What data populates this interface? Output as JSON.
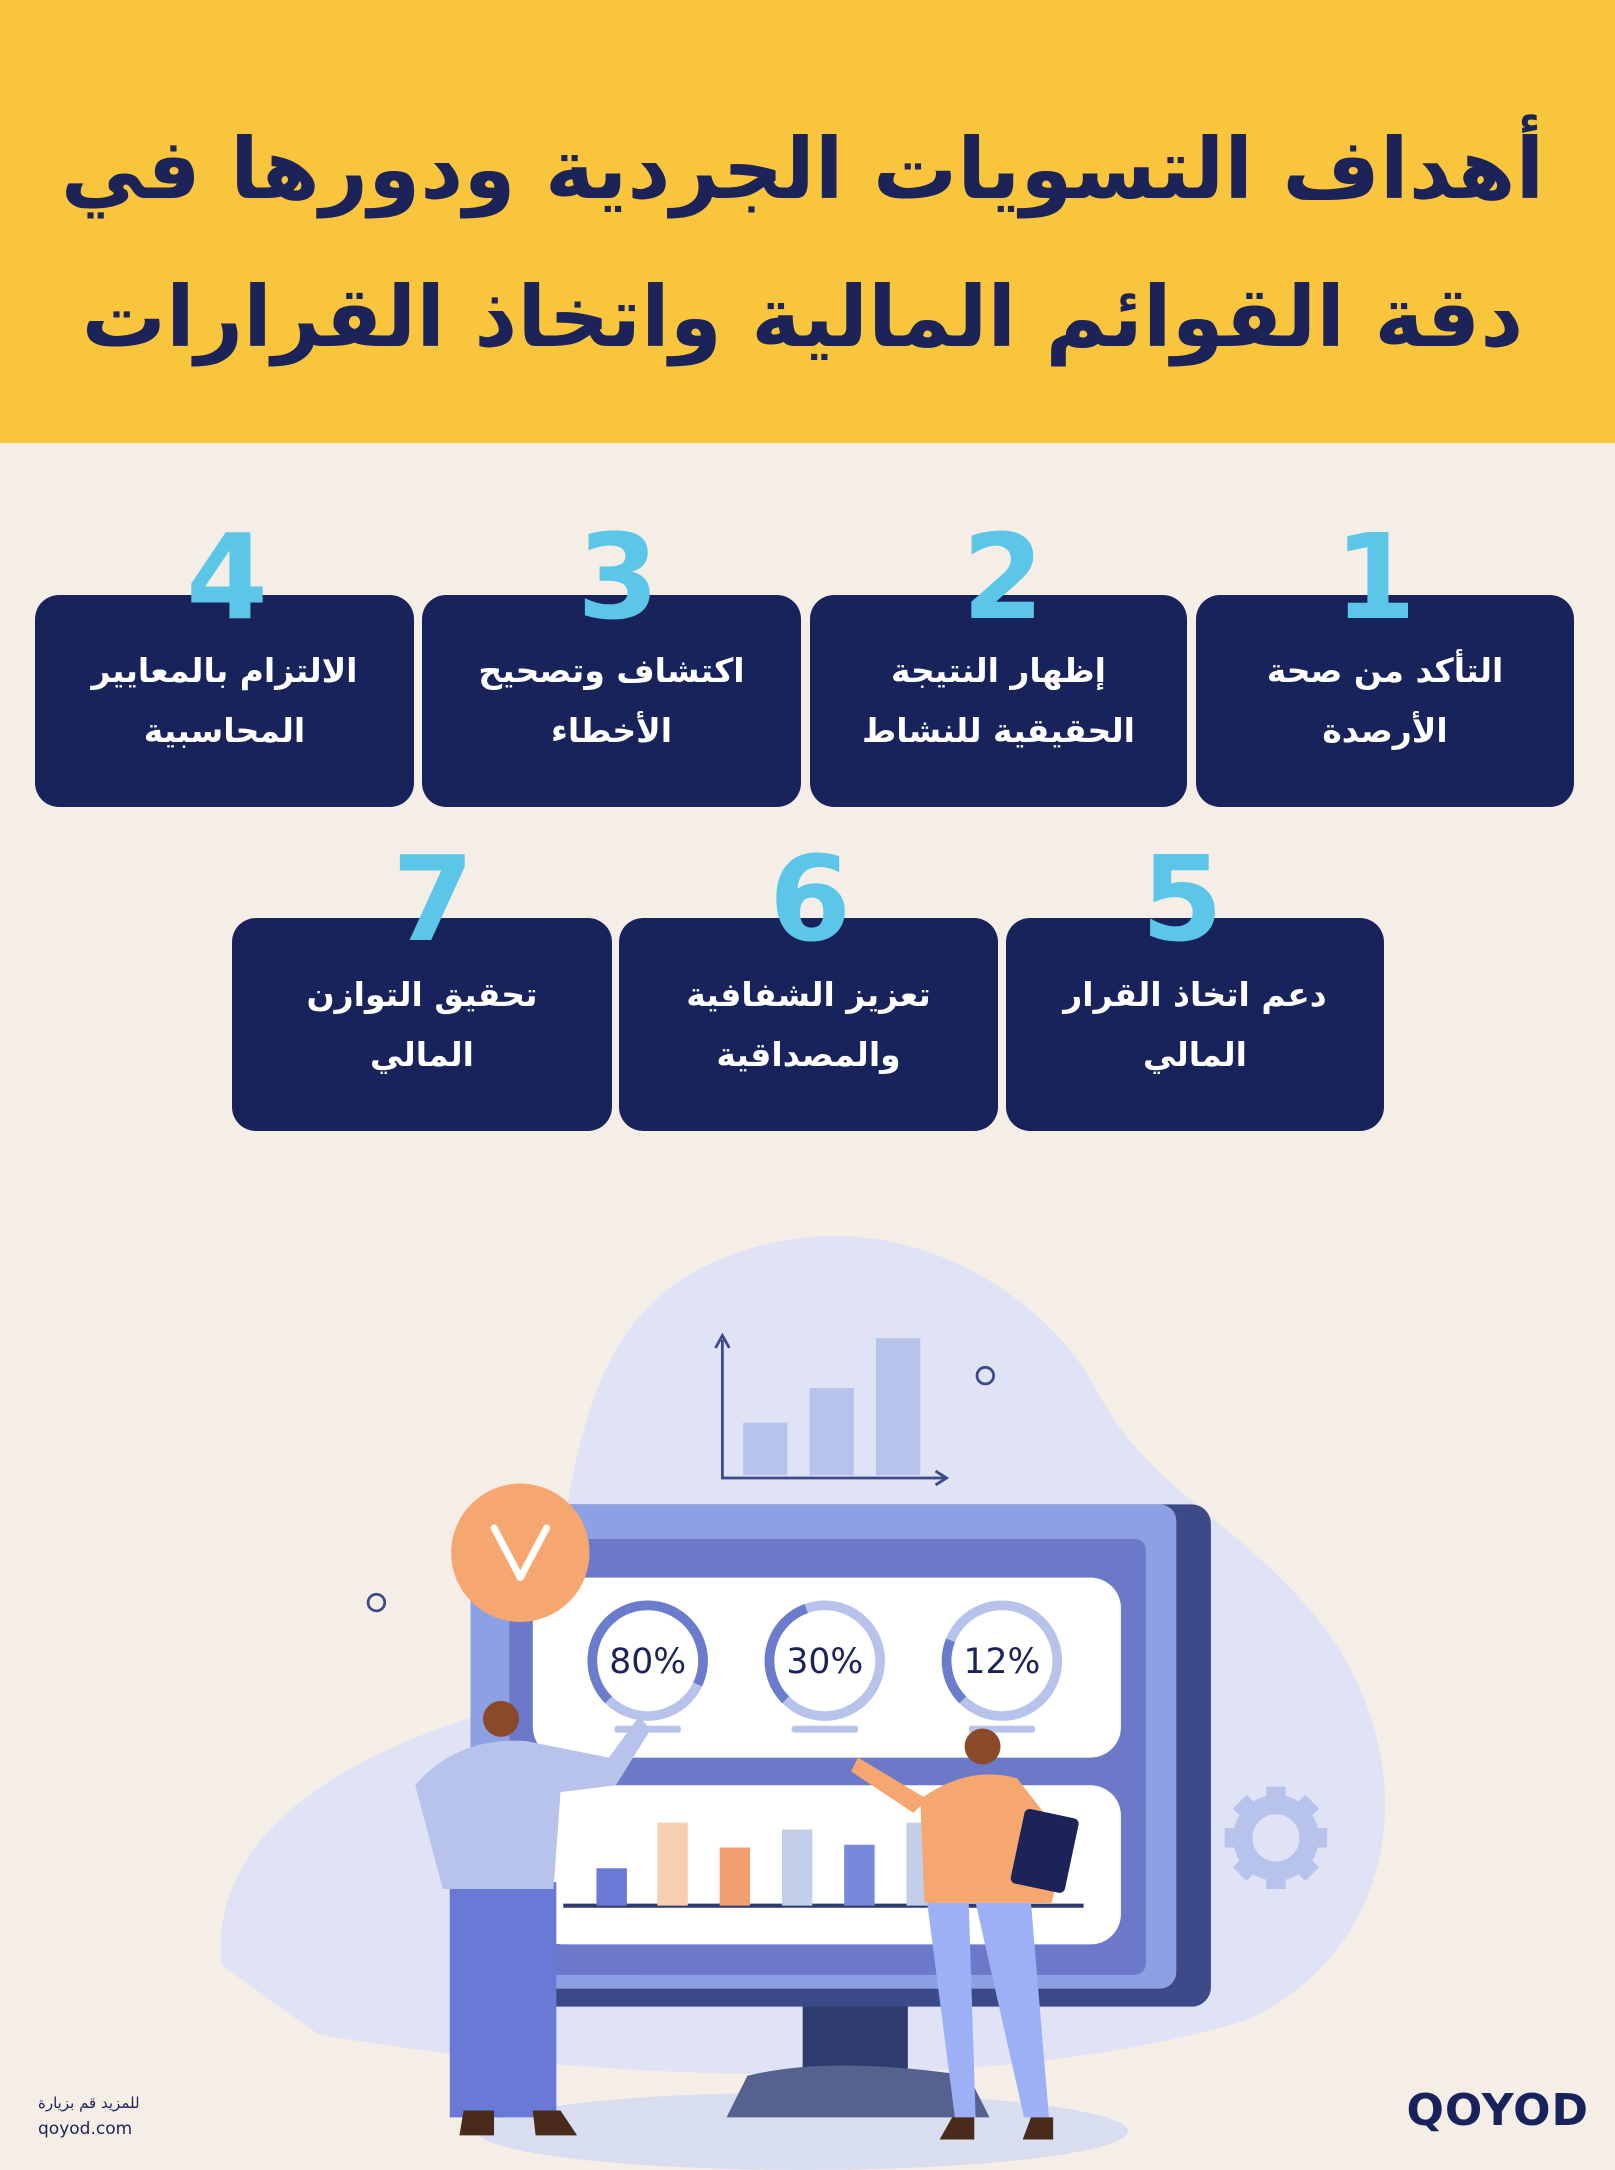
{
  "header": {
    "title_line1": "أهداف التسويات الجردية ودورها في",
    "title_line2": "دقة القوائم المالية واتخاذ القرارات"
  },
  "items": [
    {
      "number": "1",
      "text": "التأكد من صحة الأرصدة"
    },
    {
      "number": "2",
      "text": "إظهار النتيجة الحقيقية للنشاط"
    },
    {
      "number": "3",
      "text": "اكتشاف وتصحيح الأخطاء"
    },
    {
      "number": "4",
      "text": "الالتزام بالمعايير المحاسبية"
    },
    {
      "number": "5",
      "text": "دعم اتخاذ القرار المالي"
    },
    {
      "number": "6",
      "text": "تعزيز الشفافية والمصداقية"
    },
    {
      "number": "7",
      "text": "تحقيق التوازن المالي"
    }
  ],
  "illustration": {
    "gauges": [
      "80%",
      "30%",
      "12%"
    ],
    "gauge_fractions": [
      0.8,
      0.3,
      0.12
    ],
    "icons": [
      "check-icon",
      "gear-icon",
      "bar-chart-icon"
    ]
  },
  "colors": {
    "header": "#f9c53c",
    "card": "#18235c",
    "number": "#5bc6e8",
    "background": "#f4eee7"
  },
  "footer": {
    "visit_label": "للمزيد قم بزيارة",
    "url": "qoyod.com",
    "logo": "QOYOD"
  }
}
